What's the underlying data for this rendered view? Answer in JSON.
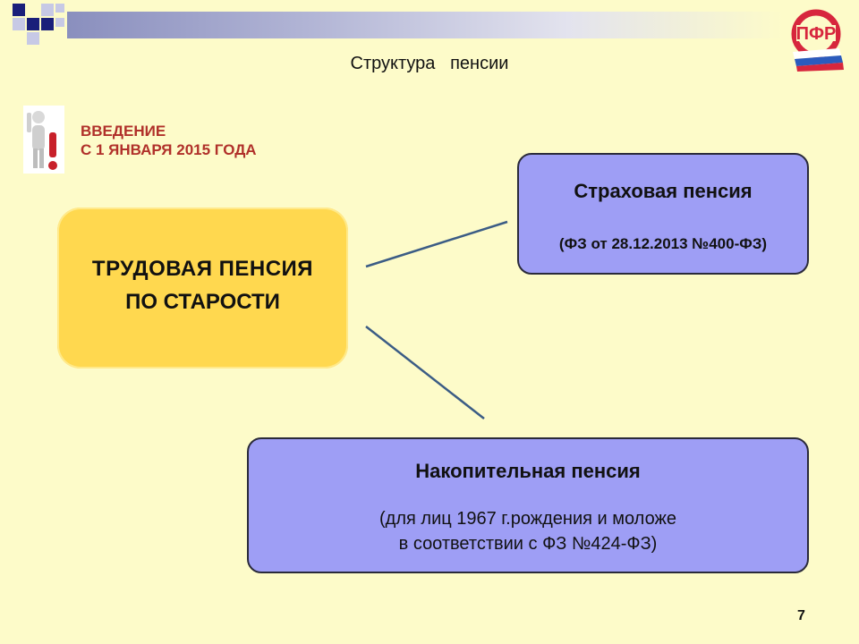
{
  "slide": {
    "title": "Структура   пенсии",
    "intro_line1": "ВВЕДЕНИЕ",
    "intro_line2": "С 1 ЯНВАРЯ 2015 ГОДА",
    "page_number": "7"
  },
  "main_box": {
    "line1": "ТРУДОВАЯ ПЕНСИЯ",
    "line2": "ПО СТАРОСТИ",
    "color": "#ffd84f"
  },
  "insurance_box": {
    "title": "Страховая пенсия",
    "law": "(ФЗ от 28.12.2013 №400-ФЗ)",
    "color": "#9e9ef5"
  },
  "accumulative_box": {
    "title": "Накопительная пенсия",
    "note_line1": "(для лиц 1967 г.рождения и моложе",
    "note_line2": "в соответствии с ФЗ №424-ФЗ)",
    "color": "#9e9ef5"
  },
  "colors": {
    "background": "#fdfbc9",
    "intro_text": "#b0302a",
    "connector": "#3b5c85",
    "logo_red": "#d7263d"
  },
  "icons": [
    "pfr-logo-icon",
    "exclamation-figure-icon"
  ]
}
